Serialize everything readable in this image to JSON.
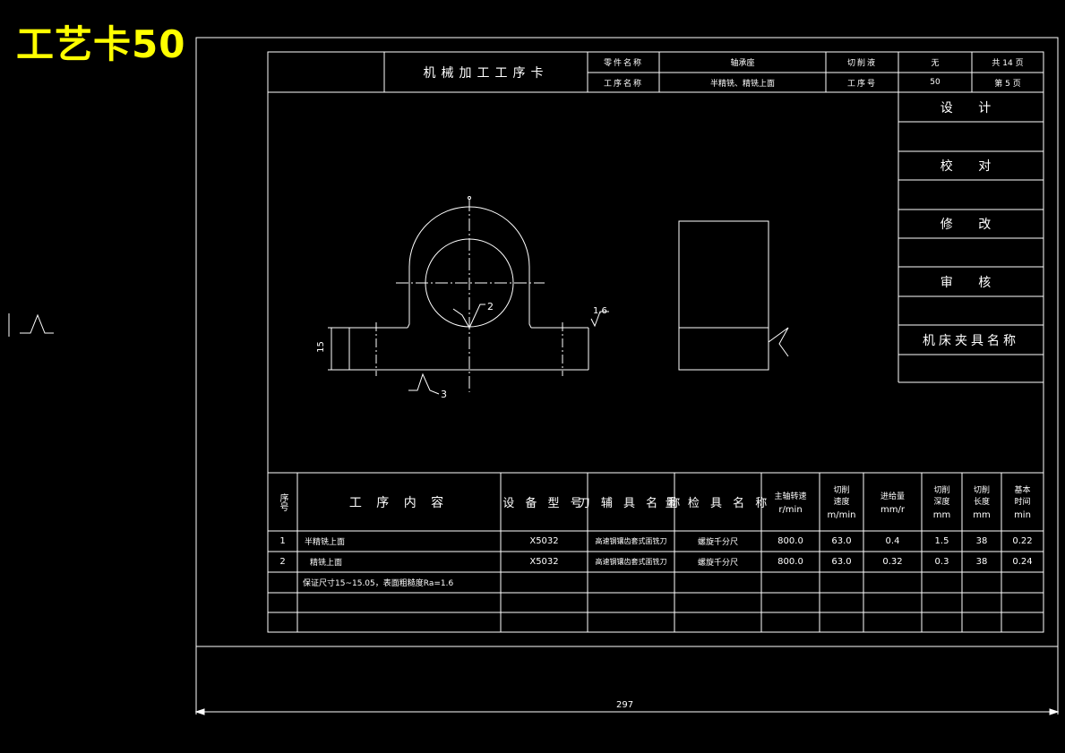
{
  "drawing_title": "工艺卡50",
  "colors": {
    "background": "#000000",
    "lines": "#ffffff",
    "title": "#ffff00"
  },
  "header": {
    "card_title": "机械加工工序卡",
    "part_name_label": "零件名称",
    "part_name": "轴承座",
    "process_name_label": "工序名称",
    "process_name": "半精铣、精铣上面",
    "coolant_label": "切削液",
    "coolant": "无",
    "total_pages": "共 14 页",
    "process_no_label": "工序号",
    "process_no": "50",
    "page_no": "第 5 页"
  },
  "signoff": {
    "design": "设 计",
    "check": "校 对",
    "revise": "修 改",
    "review": "审 核",
    "machine_fixture": "机床夹具名称"
  },
  "drawing_annotations": {
    "roughness_2": "2",
    "roughness_16": "1.6",
    "dimension_15": "15",
    "roughness_3": "3",
    "overall_width": "297"
  },
  "table": {
    "headers": {
      "seq": "序号",
      "content": "工 序 内 容",
      "equipment": "设 备 型 号",
      "tool": "刀 辅 具 名 称",
      "gauge": "量 检 具 名 称",
      "spindle_speed": "主轴转速",
      "spindle_unit": "r/min",
      "cut_speed": "切削速度",
      "cut_speed_unit": "m/min",
      "feed": "进给量",
      "feed_unit": "mm/r",
      "depth": "切削深度",
      "depth_unit": "mm",
      "length": "切削长度",
      "length_unit": "mm",
      "time": "基本时间",
      "time_unit": "min"
    },
    "rows": [
      {
        "seq": "1",
        "content": "半精铣上面",
        "equipment": "X5032",
        "tool": "高速钢镶齿套式面铣刀",
        "gauge": "螺旋千分尺",
        "speed": "800.0",
        "cut_speed": "63.0",
        "feed": "0.4",
        "depth": "1.5",
        "length": "38",
        "time": "0.22"
      },
      {
        "seq": "2",
        "content": "精铣上面",
        "equipment": "X5032",
        "tool": "高速钢镶齿套式面铣刀",
        "gauge": "螺旋千分尺",
        "speed": "800.0",
        "cut_speed": "63.0",
        "feed": "0.32",
        "depth": "0.3",
        "length": "38",
        "time": "0.24"
      }
    ],
    "note": "保证尺寸15~15.05，表面粗糙度Ra=1.6"
  }
}
